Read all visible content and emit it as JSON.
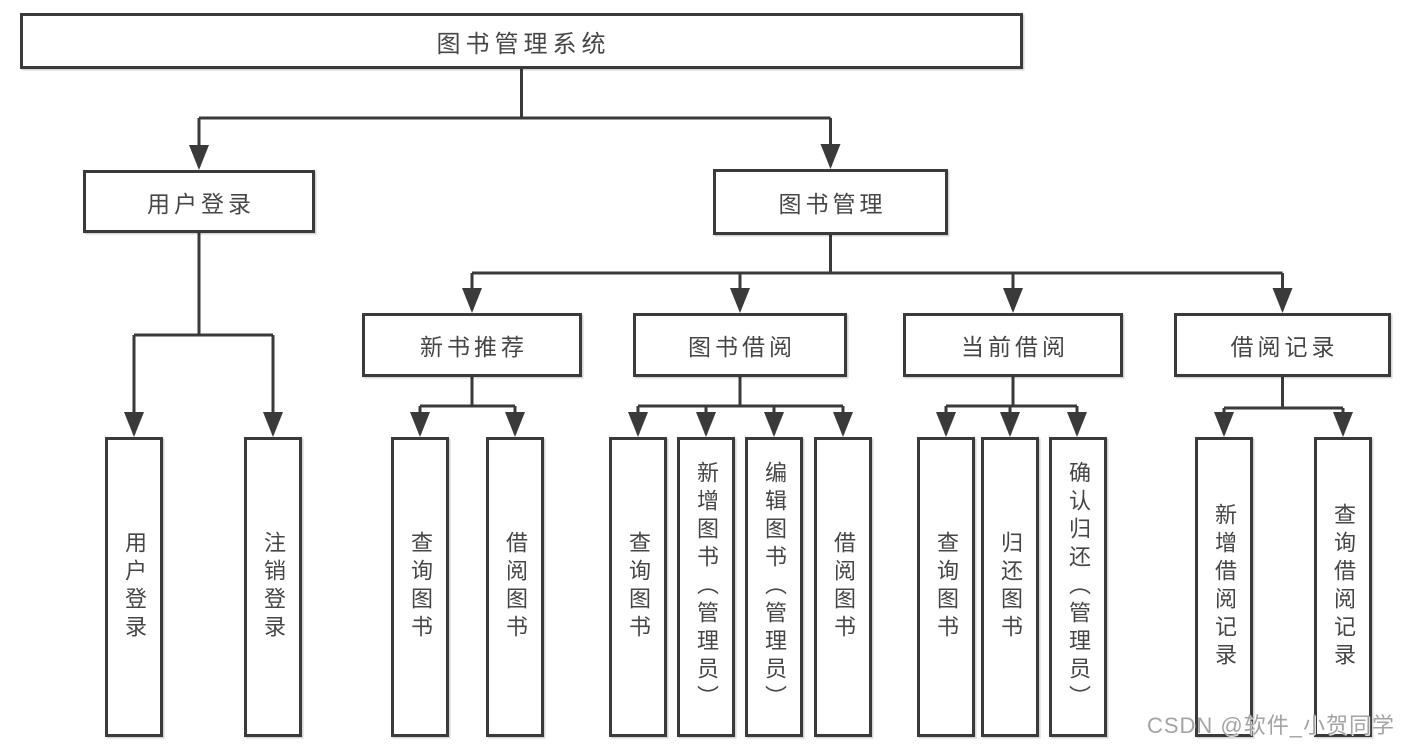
{
  "diagram": {
    "title": "图书管理系统",
    "branches": [
      {
        "label": "用户登录",
        "leaves": [
          "用户登录",
          "注销登录"
        ]
      },
      {
        "label": "图书管理",
        "groups": [
          {
            "label": "新书推荐",
            "leaves": [
              "查询图书",
              "借阅图书"
            ]
          },
          {
            "label": "图书借阅",
            "leaves": [
              "查询图书",
              "新增图书（管理员）",
              "编辑图书（管理员）",
              "借阅图书"
            ]
          },
          {
            "label": "当前借阅",
            "leaves": [
              "查询图书",
              "归还图书",
              "确认归还（管理员）"
            ]
          },
          {
            "label": "借阅记录",
            "leaves": [
              "新增借阅记录",
              "查询借阅记录"
            ]
          }
        ]
      }
    ]
  },
  "watermark": {
    "text": "CSDN @软件_小贺同学"
  },
  "colors": {
    "line": "#3a3a3a",
    "text": "#464646",
    "muted": "#a3a3a3"
  }
}
